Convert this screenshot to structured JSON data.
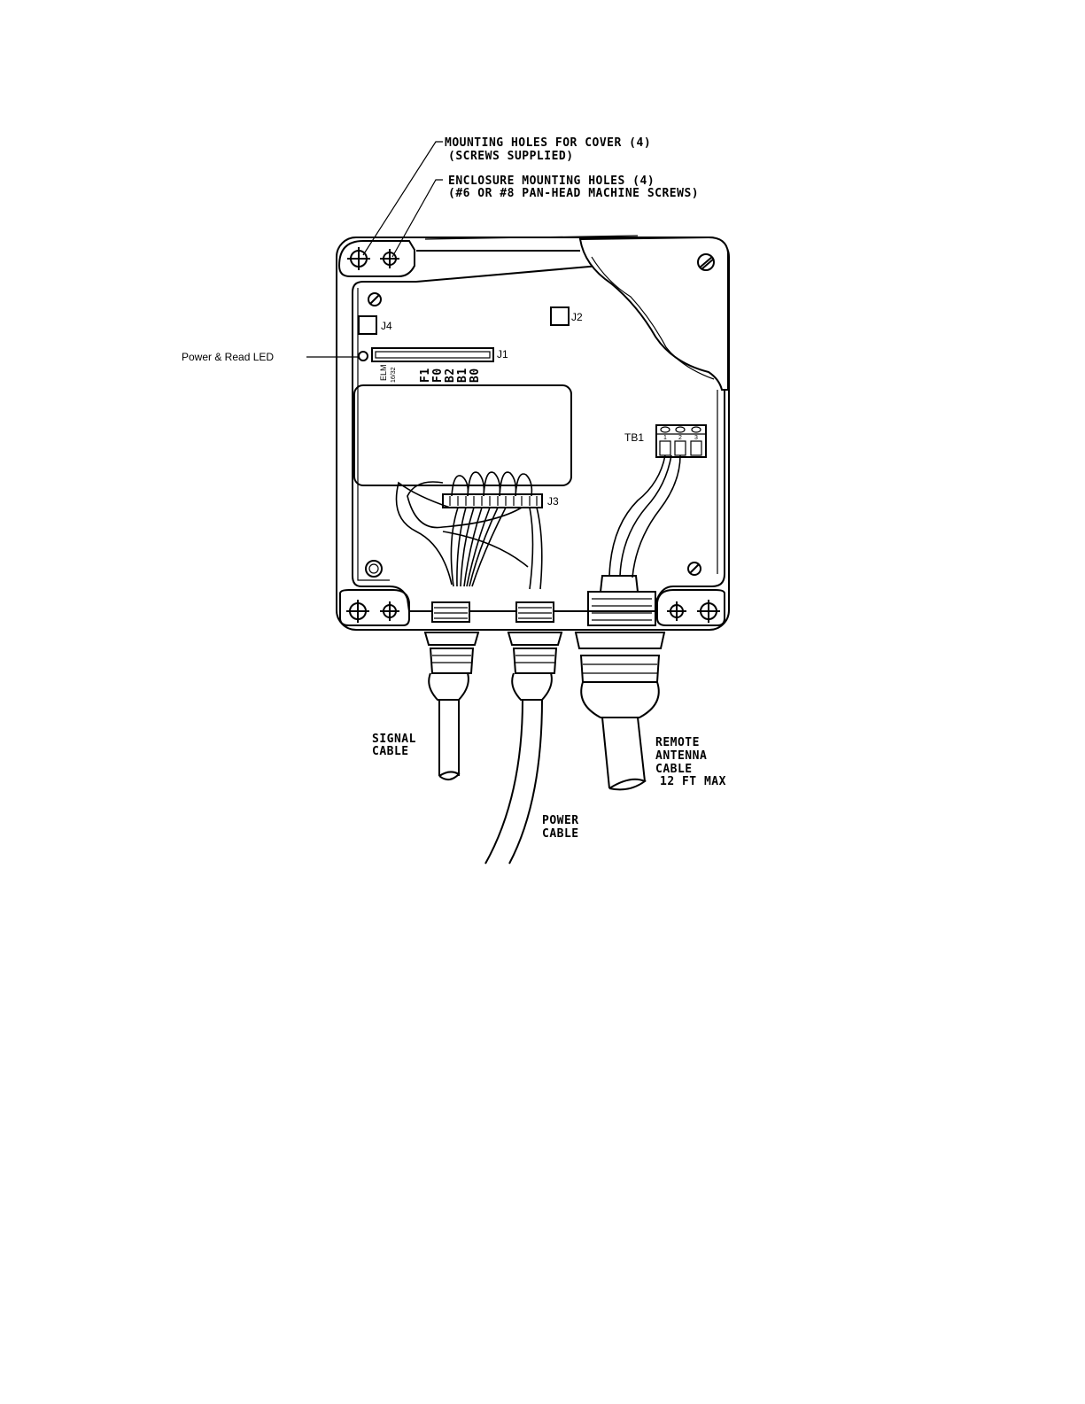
{
  "callouts": {
    "cover_holes_line1": "MOUNTING HOLES FOR COVER (4)",
    "cover_holes_line2": "(SCREWS SUPPLIED)",
    "enclosure_holes_line1": "ENCLOSURE MOUNTING HOLES (4)",
    "enclosure_holes_line2": "(#6 OR #8 PAN-HEAD MACHINE SCREWS)",
    "led": "Power & Read LED"
  },
  "connectors": {
    "j1": "J1",
    "j2": "J2",
    "j3": "J3",
    "j4": "J4",
    "tb1": "TB1",
    "tb1_pins": [
      "1",
      "2",
      "3"
    ]
  },
  "j1_pin_labels": {
    "elm": "ELM",
    "size": "16/32",
    "pins": [
      "F1",
      "F0",
      "B2",
      "B1",
      "B0"
    ]
  },
  "cables": {
    "signal_line1": "SIGNAL",
    "signal_line2": "CABLE",
    "power_line1": "POWER",
    "power_line2": "CABLE",
    "antenna_line1": "REMOTE",
    "antenna_line2": "ANTENNA",
    "antenna_line3": "CABLE",
    "antenna_line4": "12 FT MAX"
  }
}
